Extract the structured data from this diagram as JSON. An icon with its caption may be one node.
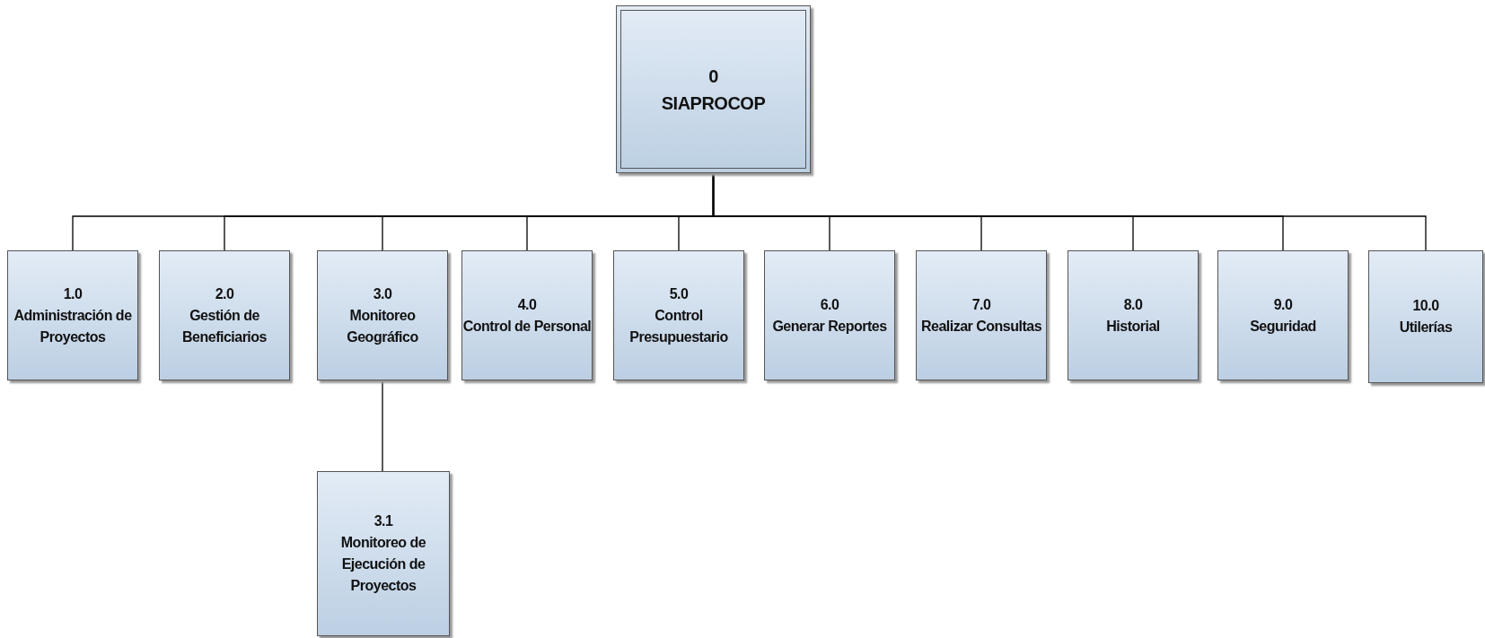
{
  "diagram": {
    "nodes": [
      {
        "text": [
          "0",
          "SIAPROCOP"
        ]
      },
      {
        "text": [
          "1.0",
          "Administración de Proyectos"
        ]
      },
      {
        "text": [
          "2.0",
          "Gestión de Beneficiarios"
        ]
      },
      {
        "text": [
          "3.0",
          "Monitoreo Geográfico"
        ]
      },
      {
        "text": [
          "4.0",
          "Control de Personal"
        ]
      },
      {
        "text": [
          "5.0",
          "Control Presupuestario"
        ]
      },
      {
        "text": [
          "6.0",
          "Generar Reportes"
        ]
      },
      {
        "text": [
          "7.0",
          "Realizar Consultas"
        ]
      },
      {
        "text": [
          "8.0",
          "Historial"
        ]
      },
      {
        "text": [
          "9.0",
          "Seguridad"
        ]
      },
      {
        "text": [
          "10.0",
          "Utilerías"
        ]
      },
      {
        "text": [
          "3.1",
          "Monitoreo de Ejecución de Proyectos"
        ]
      }
    ],
    "edges": [
      {
        "from": 0,
        "to": 1,
        "arrow": "none"
      },
      {
        "from": 0,
        "to": 2,
        "arrow": "none"
      },
      {
        "from": 0,
        "to": 3,
        "arrow": "none"
      },
      {
        "from": 0,
        "to": 4,
        "arrow": "none"
      },
      {
        "from": 0,
        "to": 5,
        "arrow": "none"
      },
      {
        "from": 0,
        "to": 6,
        "arrow": "none"
      },
      {
        "from": 0,
        "to": 7,
        "arrow": "none"
      },
      {
        "from": 0,
        "to": 8,
        "arrow": "none"
      },
      {
        "from": 0,
        "to": 9,
        "arrow": "none"
      },
      {
        "from": 0,
        "to": 10,
        "arrow": "none"
      },
      {
        "from": 3,
        "to": 11,
        "arrow": "none"
      }
    ]
  }
}
